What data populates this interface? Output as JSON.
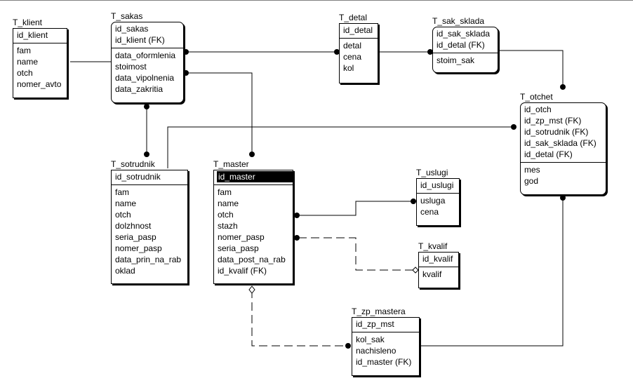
{
  "entities": {
    "klient": {
      "title": "T_klient",
      "pk": [
        "id_klient"
      ],
      "attrs": [
        "fam",
        "name",
        "otch",
        "nomer_avto"
      ]
    },
    "sakas": {
      "title": "T_sakas",
      "pk": [
        "id_sakas",
        "id_klient (FK)"
      ],
      "attrs": [
        "data_oformlenia",
        "stoimost",
        "data_vipolnenia",
        "data_zakritia"
      ]
    },
    "detal": {
      "title": "T_detal",
      "pk": [
        "id_detal"
      ],
      "attrs": [
        "detal",
        "cena",
        "kol"
      ]
    },
    "sak_sklada": {
      "title": "T_sak_sklada",
      "pk": [
        "id_sak_sklada",
        "id_detal (FK)"
      ],
      "attrs": [
        "stoim_sak"
      ]
    },
    "otchet": {
      "title": "T_otchet",
      "pk": [
        "id_otch",
        "id_zp_mst (FK)",
        "id_sotrudnik (FK)",
        "id_sak_sklada (FK)",
        "id_detal (FK)"
      ],
      "attrs": [
        "mes",
        "god"
      ]
    },
    "sotrudnik": {
      "title": "T_sotrudnik",
      "pk": [
        "id_sotrudnik"
      ],
      "attrs": [
        "fam",
        "name",
        "otch",
        "dolzhnost",
        "seria_pasp",
        "nomer_pasp",
        "data_prin_na_rab",
        "oklad"
      ]
    },
    "master": {
      "title": "T_master",
      "pk": [
        "id_master"
      ],
      "attrs": [
        "fam",
        "name",
        "otch",
        "stazh",
        "nomer_pasp",
        "seria_pasp",
        "data_post_na_rab",
        "id_kvalif (FK)"
      ]
    },
    "uslugi": {
      "title": "T_uslugi",
      "pk": [
        "id_uslugi"
      ],
      "attrs": [
        "usluga",
        "cena"
      ]
    },
    "kvalif": {
      "title": "T_kvalif",
      "pk": [
        "id_kvalif"
      ],
      "attrs": [
        "kvalif"
      ]
    },
    "zp_mastera": {
      "title": "T_zp_mastera",
      "pk": [
        "id_zp_mst"
      ],
      "attrs": [
        "kol_sak",
        "nachisleno",
        "id_master (FK)"
      ]
    }
  },
  "relationships": [
    {
      "from": "klient",
      "to": "sakas",
      "style": "solid",
      "end": "dot"
    },
    {
      "from": "sakas",
      "to": "detal",
      "style": "solid",
      "end": "dot"
    },
    {
      "from": "detal",
      "to": "sak_sklada",
      "style": "solid",
      "end": "dot"
    },
    {
      "from": "sak_sklada",
      "to": "otchet",
      "style": "solid",
      "end": "dot"
    },
    {
      "from": "sotrudnik",
      "to": "otchet",
      "style": "solid",
      "end": "dot"
    },
    {
      "from": "sakas",
      "to": "sotrudnik",
      "style": "solid",
      "end": "dot"
    },
    {
      "from": "sakas",
      "to": "master",
      "style": "solid",
      "end": "dot"
    },
    {
      "from": "uslugi",
      "to": "master",
      "style": "solid",
      "end": "dot"
    },
    {
      "from": "kvalif",
      "to": "master",
      "style": "dashed",
      "end": "dot"
    },
    {
      "from": "master",
      "to": "zp_mastera",
      "style": "dashed",
      "end": "dot"
    },
    {
      "from": "zp_mastera",
      "to": "otchet",
      "style": "solid",
      "end": "dot"
    }
  ]
}
